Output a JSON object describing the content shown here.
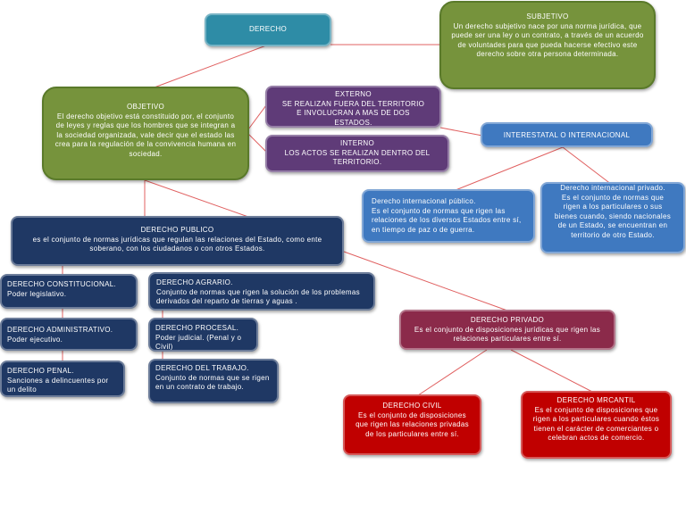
{
  "diagram": {
    "derecho": {
      "title": "DERECHO"
    },
    "subjetivo": {
      "title": "SUBJETIVO",
      "body": "Un derecho subjetivo nace por una norma jurídica, que puede ser una ley o un contrato, a través de un acuerdo de voluntades para que pueda hacerse efectivo este derecho sobre otra persona determinada."
    },
    "objetivo": {
      "title": "OBJETIVO",
      "body": "El derecho objetivo está constituido por, el conjunto de leyes y reglas que los hombres que se integran a la sociedad organizada, vale decir que el estado las crea para la regulación de la convivencia humana en sociedad."
    },
    "externo": {
      "title": "EXTERNO",
      "body": "SE REALIZAN FUERA DEL TERRITORIO E INVOLUCRAN A MAS DE DOS ESTADOS."
    },
    "interno": {
      "title": "INTERNO",
      "body": "LOS ACTOS SE REALIZAN DENTRO DEL TERRITORIO."
    },
    "interestatal": {
      "title": "INTERESTATAL O INTERNACIONAL"
    },
    "int_publico": {
      "title": "Derecho internacional público.",
      "body": "Es el conjunto de normas que rigen las relaciones de los diversos Estados entre sí, en tiempo de paz o de guerra."
    },
    "int_privado": {
      "title": "Derecho internacional privado.",
      "body": "Es el conjunto de normas que rigen a los particulares o sus bienes cuando, siendo nacionales de un Estado, se encuentran en territorio de otro Estado."
    },
    "publico": {
      "title": "DERECHO PUBLICO",
      "body": "es el conjunto de normas jurídicas que regulan las relaciones del Estado, como ente soberano, con los ciudadanos o con otros Estados."
    },
    "constitucional": {
      "title": "DERECHO CONSTITUCIONAL.",
      "body": "Poder legislativo."
    },
    "administrativo": {
      "title": "DERECHO ADMINISTRATIVO.",
      "body": "Poder ejecutivo."
    },
    "penal": {
      "title": "DERECHO PENAL.",
      "body": "Sanciones a delincuentes por un delito"
    },
    "agrario": {
      "title": "DERECHO AGRARIO.",
      "body": "Conjunto de normas que rigen la solución de los problemas derivados del reparto de tierras y aguas ."
    },
    "procesal": {
      "title": "DERECHO PROCESAL.",
      "body": "Poder judicial. (Penal y o Civil)"
    },
    "trabajo": {
      "title": "DERECHO DEL TRABAJO.",
      "body": "Conjunto de normas que se rigen en un contrato de trabajo."
    },
    "privado": {
      "title": "DERECHO PRIVADO",
      "body": "Es el conjunto de disposiciones jurídicas que rigen las relaciones particulares entre sí."
    },
    "civil": {
      "title": "DERECHO CIVIL",
      "body": "Es el conjunto de disposiciones que rigen las relaciones privadas de los particulares entre sí."
    },
    "mercantil": {
      "title": "DERECHO MRCANTIL",
      "body": "Es el conjunto de disposiciones que rigen a los particulares cuando éstos tienen el carácter de comerciantes o celebran actos de comercio."
    }
  },
  "colors": {
    "connector": "#e06060",
    "teal": "#2e8ca6",
    "olive": "#76933c",
    "purple": "#5f3b78",
    "blue": "#3f79c0",
    "navy": "#1f3864",
    "maroon": "#8b2a4a",
    "red": "#c00000"
  }
}
